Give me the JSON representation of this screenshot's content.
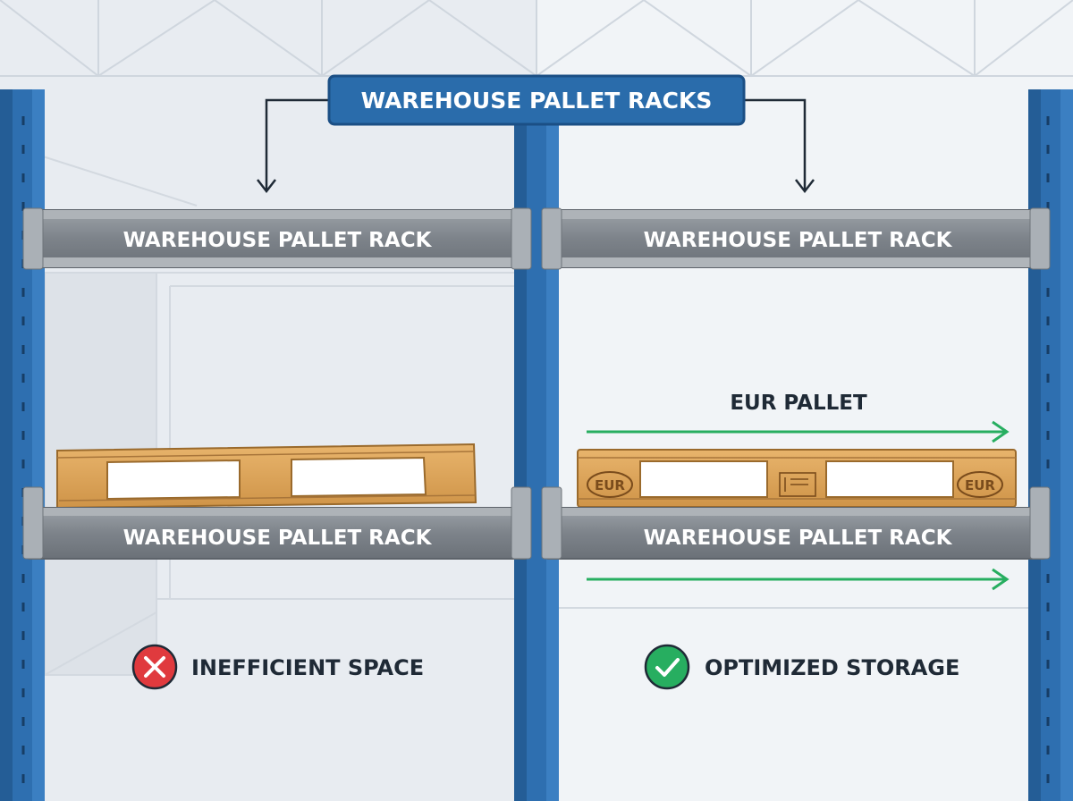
{
  "title": "WAREHOUSE PALLET RACKS",
  "beams": {
    "top_left": "WAREHOUSE PALLET RACK",
    "top_right": "WAREHOUSE PALLET RACK",
    "bottom_left": "WAREHOUSE PALLET RACK",
    "bottom_right": "WAREHOUSE PALLET RACK"
  },
  "eur_pallet_label": "EUR PALLET",
  "pallet_stamp_text": "EUR",
  "status": {
    "left": {
      "text": "INEFFICIENT SPACE",
      "icon": "x-icon",
      "color": "#e03a3e"
    },
    "right": {
      "text": "OPTIMIZED STORAGE",
      "icon": "check-icon",
      "color": "#27ae60"
    }
  },
  "colors": {
    "upright": "#2e6fb0",
    "beam": "#7f858c",
    "title_box": "#2a6cab",
    "arrow": "#27ae60",
    "wood": "#dca35a"
  }
}
